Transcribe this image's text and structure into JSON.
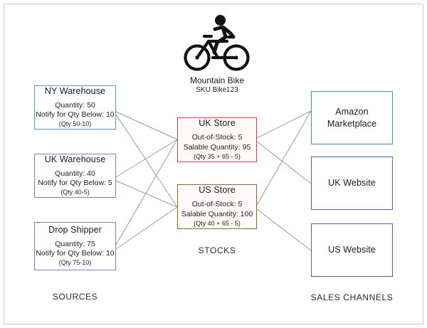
{
  "product": {
    "icon": "bicycle-rider-icon",
    "name": "Mountain Bike",
    "sku": "SKU Bike123"
  },
  "groups": {
    "sources_label": "SOURCES",
    "stocks_label": "STOCKS",
    "channels_label": "SALES CHANNELS"
  },
  "sources": [
    {
      "title": "NY Warehouse",
      "quantity": "Quantity: 50",
      "notify": "Notify for Qty Below: 10",
      "formula": "(Qty 50-10)",
      "border_color": "#4f9ed8"
    },
    {
      "title": "UK Warehouse",
      "quantity": "Quantity: 40",
      "notify": "Notify for Qty Below: 5",
      "formula": "(Qty 40-5)",
      "border_color": "#6f86c9"
    },
    {
      "title": "Drop Shipper",
      "quantity": "Quantity: 75",
      "notify": "Notify for Qty Below: 10",
      "formula": "(Qty 75-10)",
      "border_color": "#7b7fd0"
    }
  ],
  "stocks": [
    {
      "title": "UK Store",
      "out_of_stock": "Out-of-Stock: 5",
      "salable": "Salable Quantity: 95",
      "formula": "(Qty 35 + 65 - 5)",
      "border_color": "#e03b4a"
    },
    {
      "title": "US Store",
      "out_of_stock": "Out-of-Stock: 5",
      "salable": "Salable Quantity: 100",
      "formula": "(Qty 40 + 65 - 5)",
      "border_color": "#8a6a33"
    }
  ],
  "channels": [
    {
      "title": "Amazon Marketplace",
      "border_color": "#3f8fd0"
    },
    {
      "title": "UK Website",
      "border_color": "#4a63b8"
    },
    {
      "title": "US Website",
      "border_color": "#5a57bf"
    }
  ],
  "edge_color": "#9a9a9a",
  "frame_color": "#c9c9c9"
}
